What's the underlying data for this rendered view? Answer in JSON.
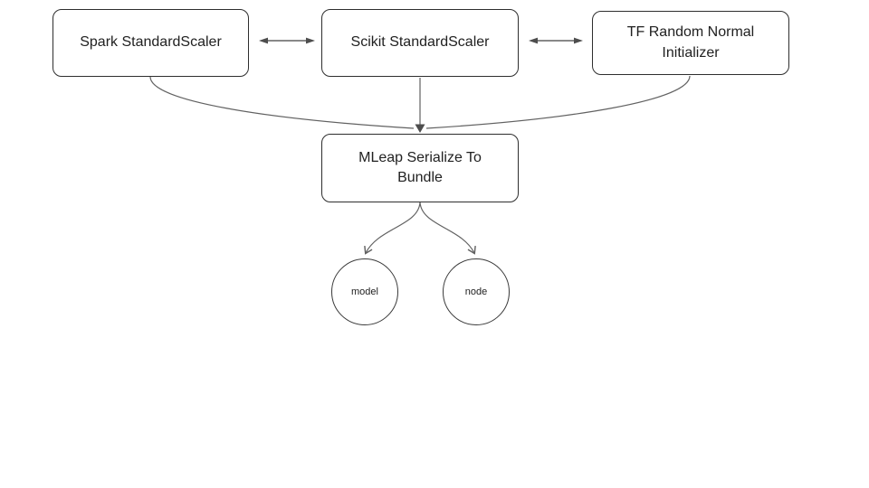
{
  "diagram": {
    "nodes": [
      {
        "id": "spark",
        "label": "Spark StandardScaler",
        "shape": "rounded-rect"
      },
      {
        "id": "scikit",
        "label": "Scikit StandardScaler",
        "shape": "rounded-rect"
      },
      {
        "id": "tf",
        "label": "TF Random Normal Initializer",
        "shape": "rounded-rect"
      },
      {
        "id": "mleap",
        "label": "MLeap Serialize To Bundle",
        "shape": "rounded-rect"
      },
      {
        "id": "model",
        "label": "model",
        "shape": "circle"
      },
      {
        "id": "node",
        "label": "node",
        "shape": "circle"
      }
    ],
    "edges": [
      {
        "from": "spark",
        "to": "scikit",
        "style": "double-arrow"
      },
      {
        "from": "scikit",
        "to": "tf",
        "style": "double-arrow"
      },
      {
        "from": "spark",
        "to": "mleap",
        "style": "curved-arrow"
      },
      {
        "from": "scikit",
        "to": "mleap",
        "style": "straight-arrow"
      },
      {
        "from": "tf",
        "to": "mleap",
        "style": "curved-arrow"
      },
      {
        "from": "mleap",
        "to": "model",
        "style": "curved-arrow"
      },
      {
        "from": "mleap",
        "to": "node",
        "style": "curved-arrow"
      }
    ],
    "colors": {
      "background": "#ffffff",
      "node_border": "#2e2e2e",
      "node_fill": "#ffffff",
      "connector": "#616161",
      "arrowhead": "#4d4d4d",
      "text": "#212121"
    }
  }
}
